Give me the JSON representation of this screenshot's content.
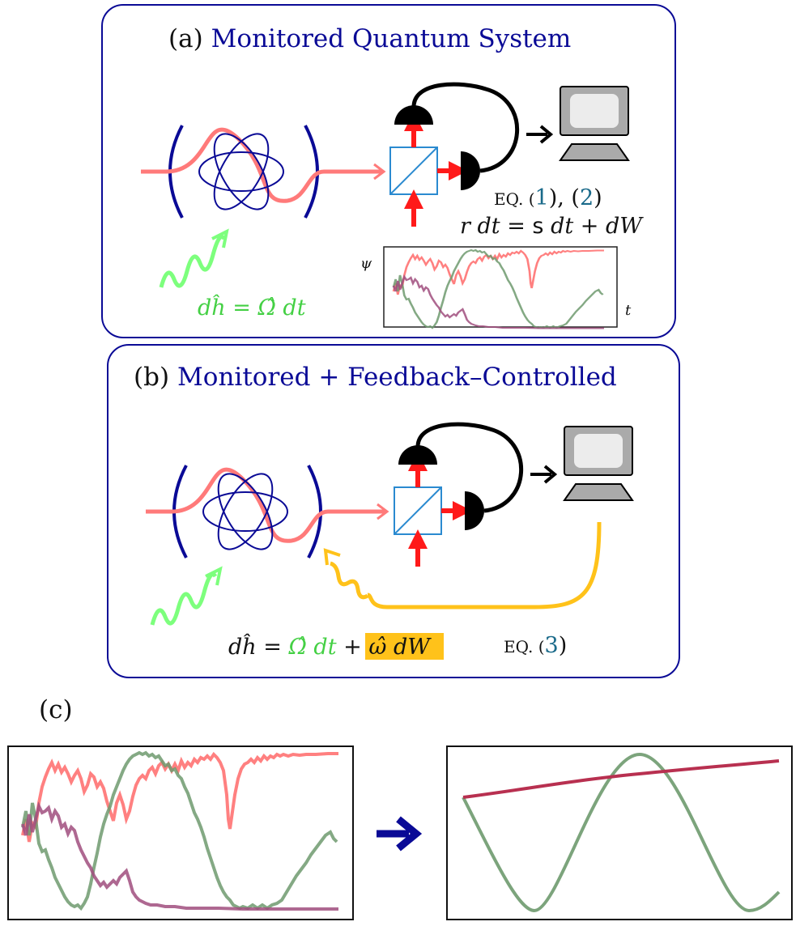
{
  "panel_a": {
    "label": "(a)",
    "title": "Monitored Quantum System",
    "eq_ref": [
      "EQ. (",
      "1",
      "), (",
      "2",
      ")"
    ],
    "equation": [
      "r dt = ",
      "s",
      " dt + dW"
    ],
    "drive": "dĥ = Ω̂ dt",
    "inset_ylabel": "ψ",
    "inset_xlabel": "t"
  },
  "panel_b": {
    "label": "(b)",
    "title": "Monitored + Feedback–Controlled",
    "drive_parts": [
      "dĥ = ",
      "Ω̂ dt",
      " + ",
      "ω̂ dW"
    ],
    "eq_ref": [
      "EQ. (",
      "3",
      ")"
    ]
  },
  "panel_c": {
    "label": "(c)"
  },
  "colors": {
    "frame": "#0a0a96",
    "title": "#0a0a96",
    "eq_ref_number": "#1a6a8a",
    "laser": "#ff7a7a",
    "atom": "#0a0a96",
    "arrow": "#ff1a1a",
    "drive": "#44d044",
    "drive_wave": "#7dff7d",
    "feedback": "#ffc21a",
    "splitter": "#2a8ad0",
    "trace_red": "#ff6a6a",
    "trace_green": "#6e9a6e",
    "trace_purple": "#a04e7e",
    "trace_crimson": "#b83050",
    "big_arrow": "#0a0a96"
  },
  "icons": [
    "photodetector-icon",
    "beam-splitter-icon",
    "computer-icon",
    "atom-icon",
    "cavity-mirror-icon",
    "wavy-arrow-icon"
  ]
}
